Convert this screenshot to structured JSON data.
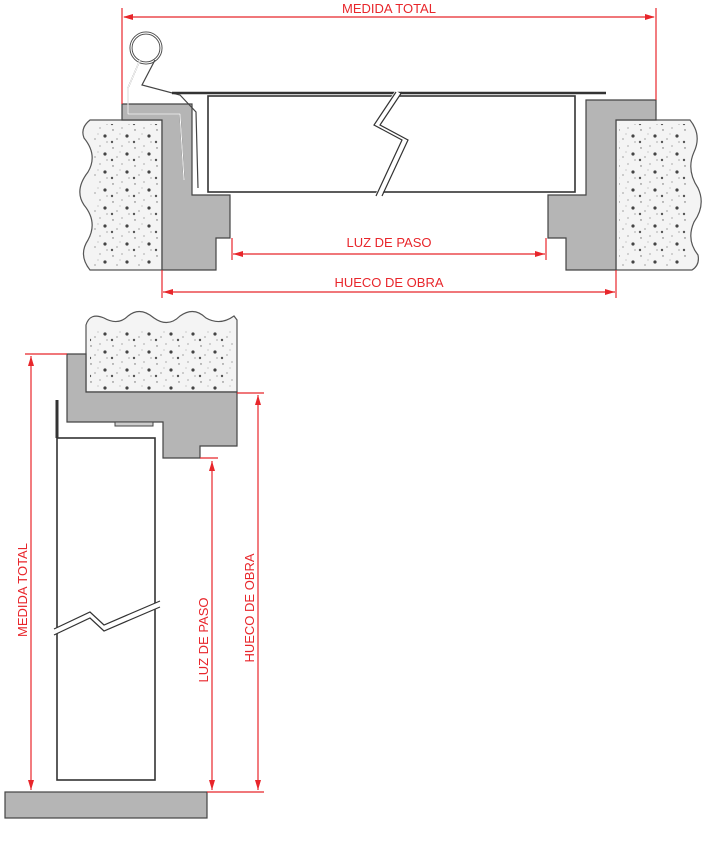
{
  "title": "Door frame dimension diagram",
  "colors": {
    "dimension": "#e8262b",
    "frame": "#b5b5b5",
    "concrete": "#f4f4f4"
  },
  "plan_view": {
    "labels": {
      "medida_total": "MEDIDA TOTAL",
      "luz_de_paso": "LUZ DE PASO",
      "hueco_de_obra": "HUECO DE OBRA"
    }
  },
  "section_view": {
    "labels": {
      "medida_total": "MEDIDA TOTAL",
      "luz_de_paso": "LUZ DE PASO",
      "hueco_de_obra": "HUECO DE OBRA"
    }
  }
}
